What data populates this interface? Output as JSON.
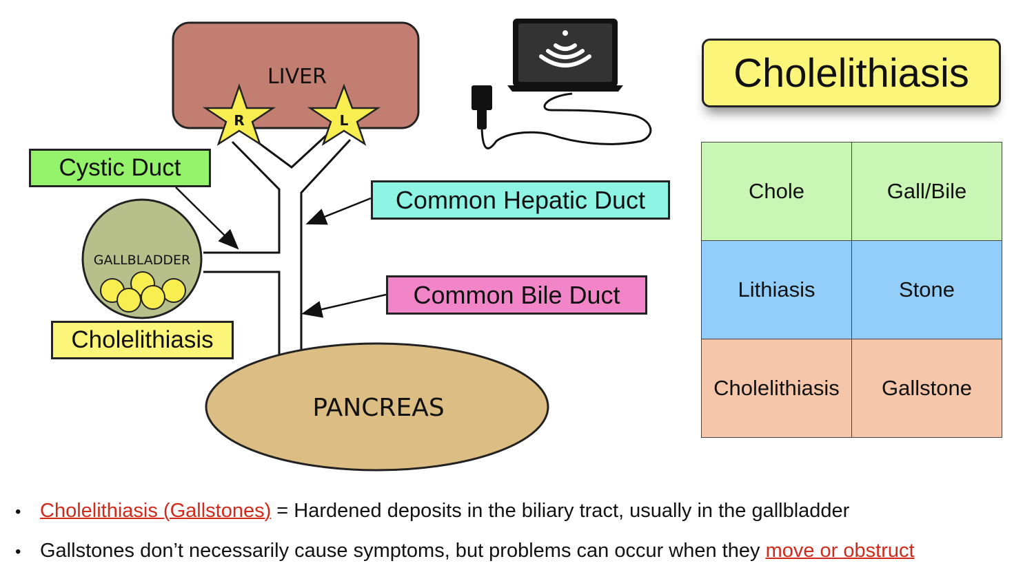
{
  "diagram": {
    "liver_label": "LIVER",
    "star_right": "R",
    "star_left": "L",
    "gallbladder_label": "GALLBLADDER",
    "pancreas_label": "PANCREAS",
    "cystic_duct_label": "Cystic Duct",
    "common_hepatic_duct_label": "Common Hepatic Duct",
    "common_bile_duct_label": "Common Bile Duct",
    "cholelithiasis_tag": "Cholelithiasis",
    "colors": {
      "liver": "#c17e71",
      "gallbladder": "#b7c08a",
      "stones": "#f8ee50",
      "pancreas": "#dcbe84",
      "cystic_label": "#95f36b",
      "hepatic_label": "#8ef4e4",
      "bile_label": "#f285c7",
      "tag_label": "#fbf57a"
    },
    "icons": [
      "laptop-icon",
      "wifi-icon",
      "ultrasound-probe-icon"
    ]
  },
  "title": "Cholelithiasis",
  "terms_table": {
    "rows": [
      {
        "term": "Chole",
        "meaning": "Gall/Bile",
        "color": "#c9f5b5"
      },
      {
        "term": "Lithiasis",
        "meaning": "Stone",
        "color": "#93cefa"
      },
      {
        "term": "Cholelithiasis",
        "meaning": "Gallstone",
        "color": "#f5c6a9"
      }
    ]
  },
  "bullets": {
    "b1_red": "Cholelithiasis (Gallstones)",
    "b1_rest": " = Hardened deposits in the biliary tract, usually in the gallbladder",
    "b2_text": "Gallstones don’t necessarily cause symptoms, but problems can occur when they ",
    "b2_red": "move or obstruct"
  }
}
